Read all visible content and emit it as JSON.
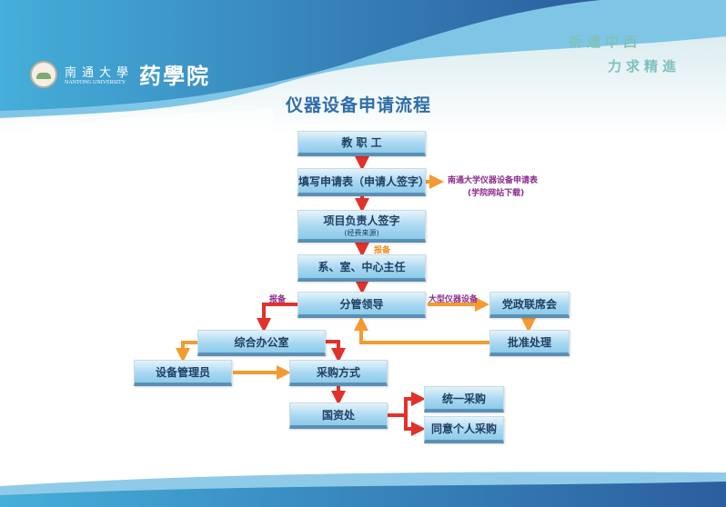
{
  "header": {
    "university_cn": "南通大學",
    "university_en": "NANTONG UNIVERSITY",
    "college": "药學院",
    "motto_line1": "祈通中西",
    "motto_line2": "力求精進"
  },
  "title": "仪器设备申请流程",
  "nodes": {
    "staff": "教 职 工",
    "form": "填写申请表（申请人签字）",
    "pi": "项目负责人签字",
    "pi_note": "(经费来源)",
    "director": "系、室、中心主任",
    "leader": "分管领导",
    "council": "党政联席会",
    "approve": "批准处理",
    "office": "综合办公室",
    "manager": "设备管理员",
    "method": "采购方式",
    "assets": "国资处",
    "unified": "统一采购",
    "personal": "同意个人采购"
  },
  "labels": {
    "form_name": "南通大学仪器设备申请表",
    "form_source": "(学院网站下载)",
    "report1": "报备",
    "report2": "报备",
    "large": "大型仪器设备"
  },
  "colors": {
    "red": "#e2312a",
    "orange": "#f59a30"
  }
}
